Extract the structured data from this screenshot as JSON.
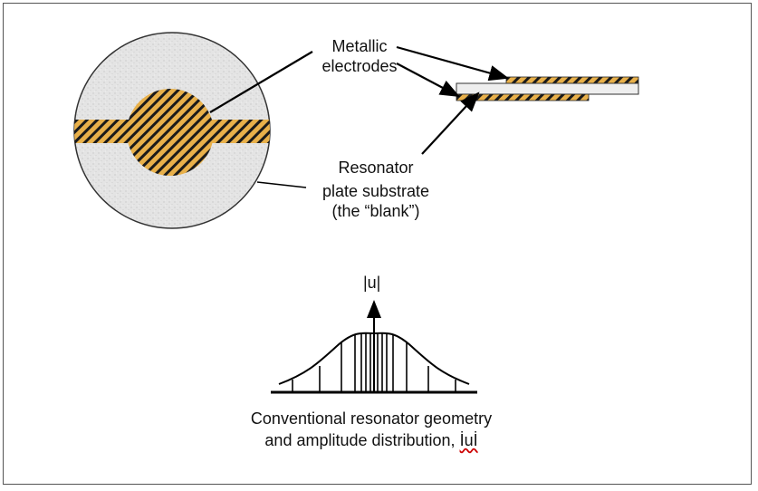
{
  "labels": {
    "electrodes_line1": "Metallic",
    "electrodes_line2": "electrodes",
    "resonator_line1": "Resonator",
    "resonator_line2": "plate substrate",
    "resonator_line3": "(the “blank”)",
    "amplitude_axis": "|u|",
    "caption_line1": "Conventional resonator geometry",
    "caption_line2_text": "and amplitude distribution, ",
    "caption_symbol": "İuİ"
  },
  "colors": {
    "electrode": "#e8b04a",
    "substrate": "#e6e6e6",
    "stroke": "#000000"
  }
}
